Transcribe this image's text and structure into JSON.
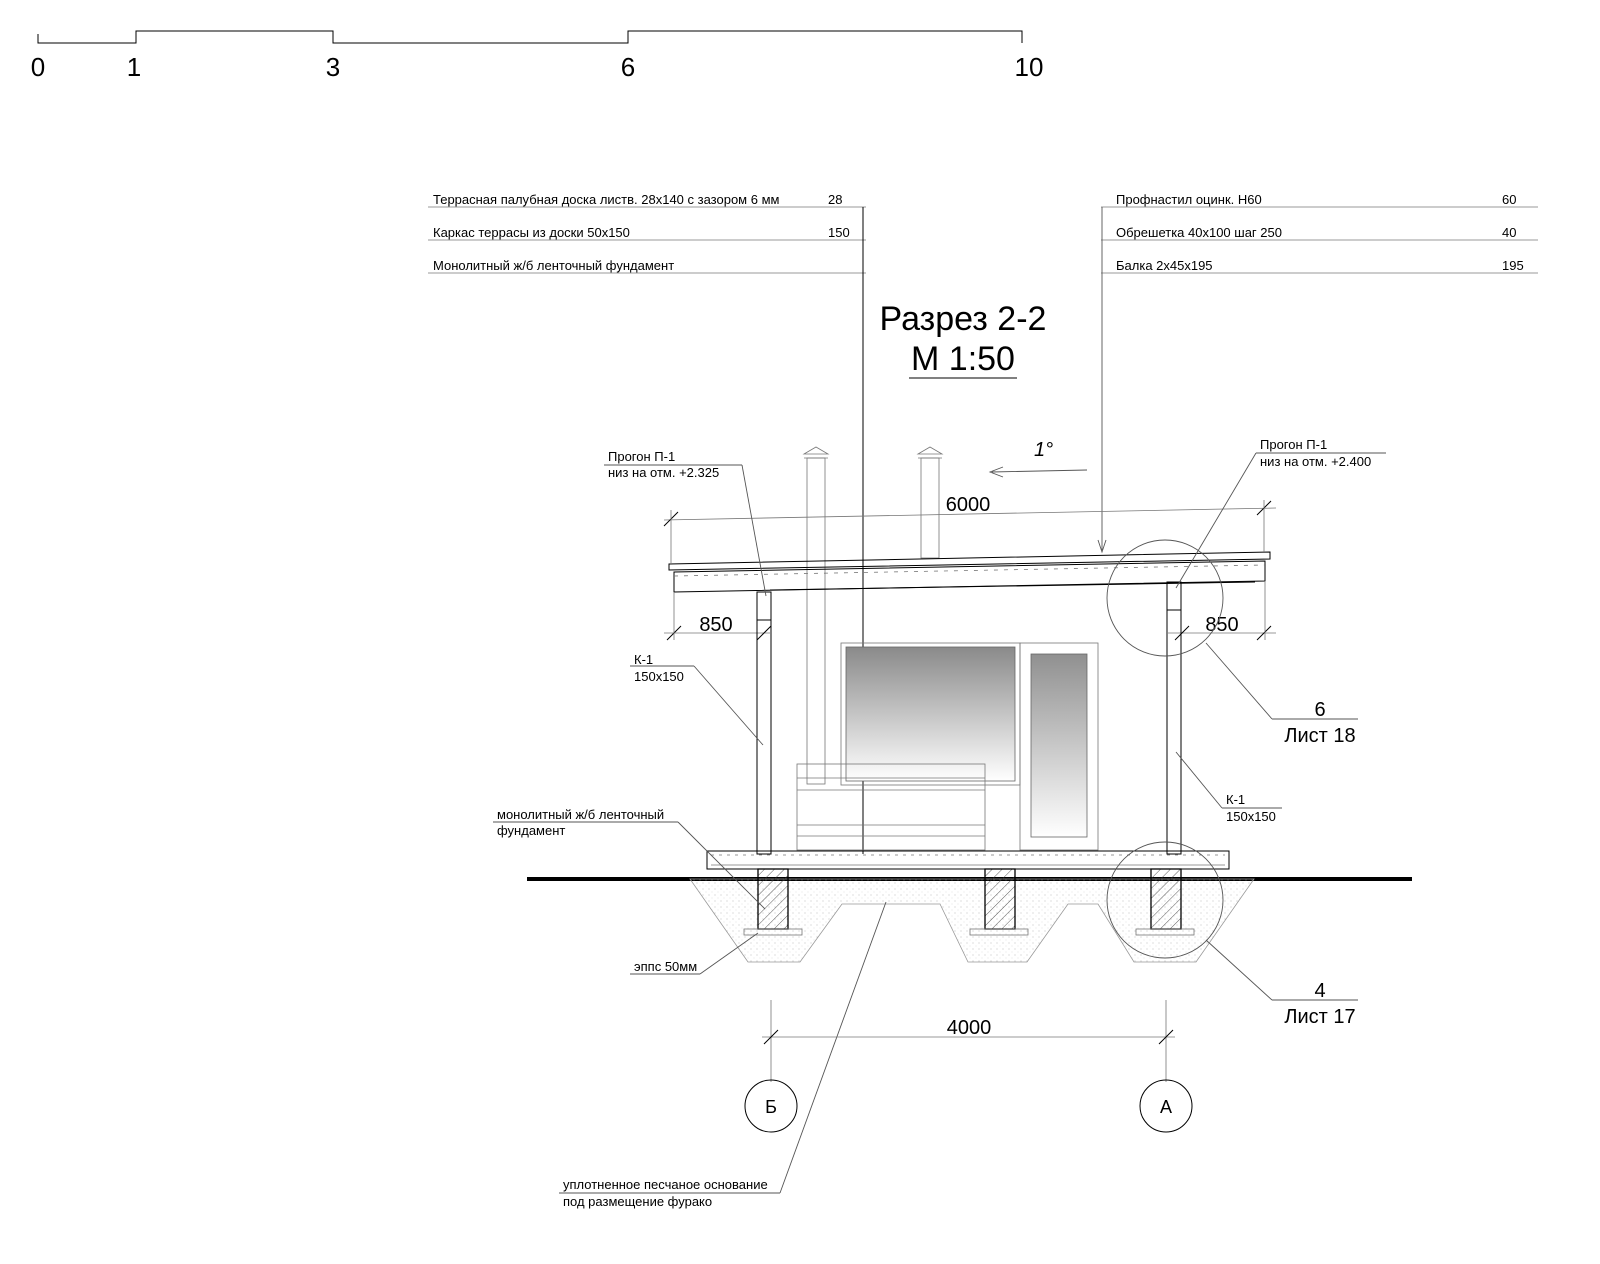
{
  "scale_bar": {
    "ticks": [
      "0",
      "1",
      "3",
      "6",
      "10"
    ]
  },
  "title": {
    "line1": "Разрез 2-2",
    "line2": "М 1:50"
  },
  "layers_left": [
    {
      "text": "Террасная палубная доска листв. 28х140 с зазором 6 мм",
      "value": "28"
    },
    {
      "text": "Каркас террасы из доски 50х150",
      "value": "150"
    },
    {
      "text": "Монолитный ж/б ленточный фундамент",
      "value": ""
    }
  ],
  "layers_right": [
    {
      "text": "Профнастил оцинк. Н60",
      "value": "60"
    },
    {
      "text": "Обрешетка 40х100 шаг 250",
      "value": "40"
    },
    {
      "text": "Балка 2х45х195",
      "value": "195"
    }
  ],
  "labels": {
    "purlin_left_1": "Прогон П-1",
    "purlin_left_2": "низ на отм. +2.325",
    "purlin_right_1": "Прогон П-1",
    "purlin_right_2": "низ на отм. +2.400",
    "slope": "1°",
    "column_left_1": "К-1",
    "column_left_2": "150х150",
    "column_right_1": "К-1",
    "column_right_2": "150х150",
    "foundation_1": "монолитный ж/б ленточный",
    "foundation_2": "фундамент",
    "eps": "эппс 50мм",
    "sand_1": "уплотненное песчаное основание",
    "sand_2": "под размещение фурако"
  },
  "dimensions": {
    "roof_width": "6000",
    "overhang_left": "850",
    "overhang_right": "850",
    "axis_span": "4000"
  },
  "callouts": [
    {
      "number": "6",
      "sheet": "Лист 18"
    },
    {
      "number": "4",
      "sheet": "Лист 17"
    }
  ],
  "axes": {
    "left": "Б",
    "right": "А"
  },
  "colors": {
    "line": "#000000",
    "leader": "#555555",
    "background": "#ffffff"
  }
}
